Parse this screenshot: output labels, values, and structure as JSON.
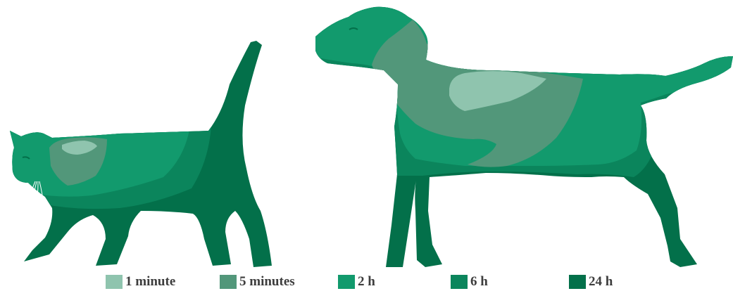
{
  "legend": {
    "items": [
      {
        "label": "1 minute",
        "color": "#8fc4ae"
      },
      {
        "label": "5 minutes",
        "color": "#52977a"
      },
      {
        "label": "2 h",
        "color": "#129a6d"
      },
      {
        "label": "6 h",
        "color": "#0b855c"
      },
      {
        "label": "24 h",
        "color": "#03704a"
      }
    ]
  },
  "colors": {
    "one_minute": "#8fc4ae",
    "five_minutes": "#52977a",
    "two_hours": "#129a6d",
    "six_hours": "#0b855c",
    "twenty_four_hours": "#03704a"
  }
}
